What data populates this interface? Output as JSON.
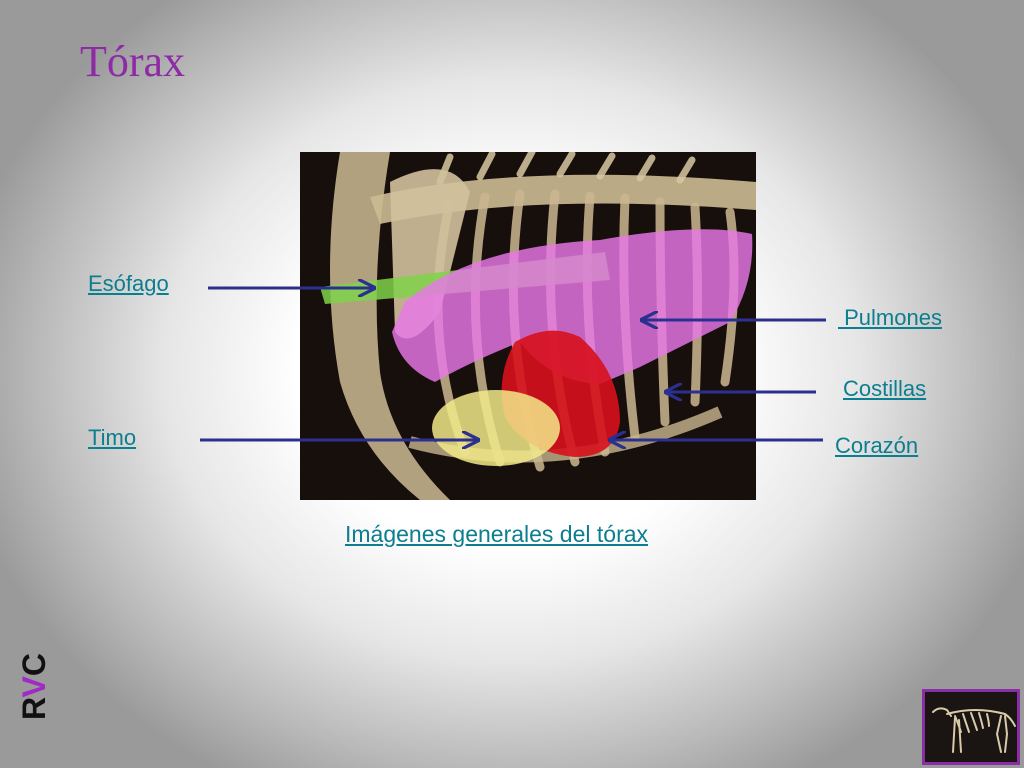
{
  "slide": {
    "title": "Tórax",
    "logo_letters": [
      "R",
      "V",
      "C"
    ]
  },
  "labels": {
    "esofago": "Esófago",
    "timo": "Timo",
    "pulmones": " Pulmones",
    "costillas": "Costillas",
    "corazon": "Corazón",
    "imagenes_link": "Imágenes generales del tórax"
  },
  "colors": {
    "title": "#8e2aa6",
    "link": "#0b7e8f",
    "arrow": "#2b2f8f",
    "lung_overlay": "#e878e8",
    "heart_overlay": "#d8101c",
    "thymus_overlay": "#f2e98a",
    "esophagus_overlay": "#7fd24a",
    "logo_accent": "#a22ac4"
  }
}
